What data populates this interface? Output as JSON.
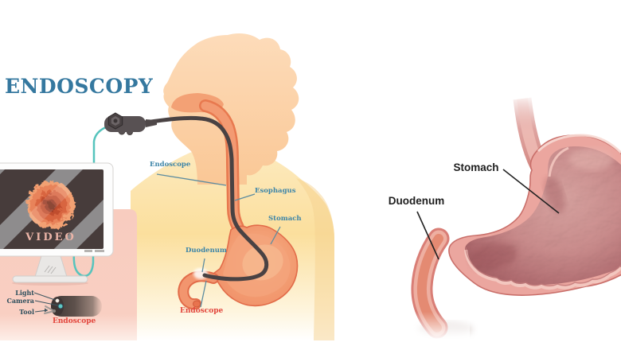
{
  "title": "ENDOSCOPY",
  "monitor": {
    "screen_label": "VIDEO"
  },
  "diagram": {
    "labels": {
      "endoscope_top": "Endoscope",
      "esophagus": "Esophagus",
      "stomach": "Stomach",
      "duodenum": "Duodenum",
      "endoscope_bottom": "Endoscope"
    }
  },
  "closeup": {
    "labels": {
      "light": "Light",
      "camera": "Camera",
      "tool": "Tool",
      "endoscope": "Endoscope"
    }
  },
  "anatomy_illustration": {
    "labels": {
      "stomach": "Stomach",
      "duodenum": "Duodenum"
    }
  },
  "colors": {
    "title": "#35789f",
    "label_teal": "#3d85a8",
    "label_red": "#e2463d",
    "label_dark": "#2e4f5d",
    "label_black": "#1e1e1e",
    "body_yellow": "#fbdf9d",
    "head_peach": "#fbd0a4",
    "organ_salmon": "#f0906c",
    "organ_outline": "#e06c48",
    "scope_dark": "#494243",
    "cable_teal": "#56c4bd",
    "panel_pink": "#f8ccbf",
    "screen_dark": "#473c3b",
    "screen_stripe": "#8e8c8d",
    "video_text": "#eab4a7",
    "stomach_illustration_pink": "#e9a29b"
  }
}
